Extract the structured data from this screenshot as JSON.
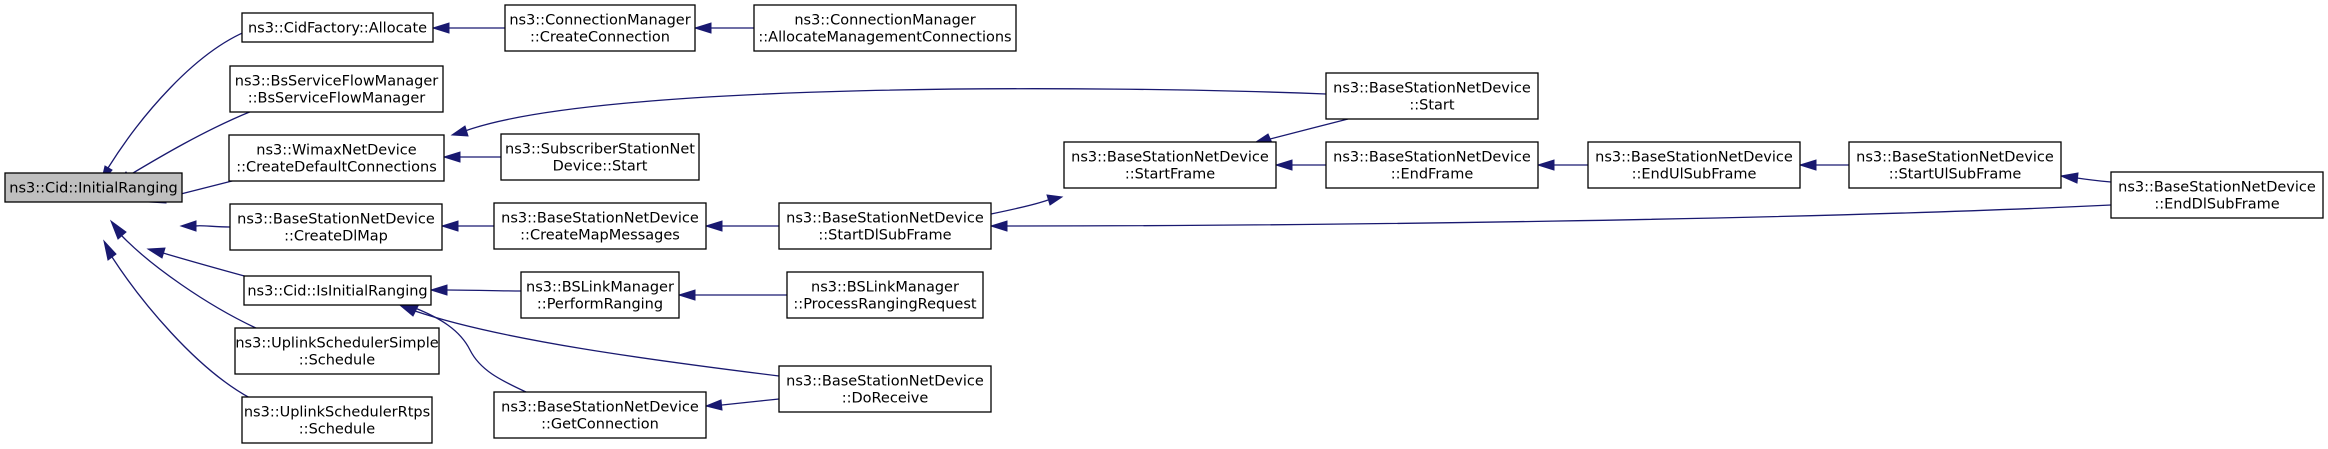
{
  "nodes": [
    {
      "id": "root",
      "lines": [
        "ns3::Cid::InitialRanging"
      ],
      "highlighted": true
    },
    {
      "id": "cidfactory_allocate",
      "lines": [
        "ns3::CidFactory::Allocate"
      ]
    },
    {
      "id": "cm_create",
      "lines": [
        "ns3::ConnectionManager",
        "::CreateConnection"
      ]
    },
    {
      "id": "cm_allocmgmt",
      "lines": [
        "ns3::ConnectionManager",
        "::AllocateManagementConnections"
      ]
    },
    {
      "id": "bsflow",
      "lines": [
        "ns3::BsServiceFlowManager",
        "::BsServiceFlowManager"
      ]
    },
    {
      "id": "wimax_createdefault",
      "lines": [
        "ns3::WimaxNetDevice",
        "::CreateDefaultConnections"
      ]
    },
    {
      "id": "ss_start",
      "lines": [
        "ns3::SubscriberStationNet",
        "Device::Start"
      ]
    },
    {
      "id": "bs_start",
      "lines": [
        "ns3::BaseStationNetDevice",
        "::Start"
      ]
    },
    {
      "id": "bs_startframe",
      "lines": [
        "ns3::BaseStationNetDevice",
        "::StartFrame"
      ]
    },
    {
      "id": "bs_endframe",
      "lines": [
        "ns3::BaseStationNetDevice",
        "::EndFrame"
      ]
    },
    {
      "id": "bs_endul",
      "lines": [
        "ns3::BaseStationNetDevice",
        "::EndUlSubFrame"
      ]
    },
    {
      "id": "bs_startul",
      "lines": [
        "ns3::BaseStationNetDevice",
        "::StartUlSubFrame"
      ]
    },
    {
      "id": "bs_enddl",
      "lines": [
        "ns3::BaseStationNetDevice",
        "::EndDlSubFrame"
      ]
    },
    {
      "id": "bs_createdlmap",
      "lines": [
        "ns3::BaseStationNetDevice",
        "::CreateDlMap"
      ]
    },
    {
      "id": "bs_createmapmsgs",
      "lines": [
        "ns3::BaseStationNetDevice",
        "::CreateMapMessages"
      ]
    },
    {
      "id": "bs_startdl",
      "lines": [
        "ns3::BaseStationNetDevice",
        "::StartDlSubFrame"
      ]
    },
    {
      "id": "cid_isinitial",
      "lines": [
        "ns3::Cid::IsInitialRanging"
      ]
    },
    {
      "id": "bslink_perform",
      "lines": [
        "ns3::BSLinkManager",
        "::PerformRanging"
      ]
    },
    {
      "id": "bslink_process",
      "lines": [
        "ns3::BSLinkManager",
        "::ProcessRangingRequest"
      ]
    },
    {
      "id": "ulsimple",
      "lines": [
        "ns3::UplinkSchedulerSimple",
        "::Schedule"
      ]
    },
    {
      "id": "bs_getconn",
      "lines": [
        "ns3::BaseStationNetDevice",
        "::GetConnection"
      ]
    },
    {
      "id": "bs_doreceive",
      "lines": [
        "ns3::BaseStationNetDevice",
        "::DoReceive"
      ]
    },
    {
      "id": "ulrtps",
      "lines": [
        "ns3::UplinkSchedulerRtps",
        "::Schedule"
      ]
    }
  ],
  "edges": [
    {
      "from": "cidfactory_allocate",
      "to": "root"
    },
    {
      "from": "bsflow",
      "to": "root"
    },
    {
      "from": "wimax_createdefault",
      "to": "root"
    },
    {
      "from": "bs_createdlmap",
      "to": "root"
    },
    {
      "from": "cid_isinitial",
      "to": "root"
    },
    {
      "from": "ulsimple",
      "to": "root"
    },
    {
      "from": "ulrtps",
      "to": "root"
    },
    {
      "from": "cm_create",
      "to": "cidfactory_allocate"
    },
    {
      "from": "cm_allocmgmt",
      "to": "cm_create"
    },
    {
      "from": "ss_start",
      "to": "wimax_createdefault"
    },
    {
      "from": "bs_start",
      "to": "wimax_createdefault"
    },
    {
      "from": "bs_createmapmsgs",
      "to": "bs_createdlmap"
    },
    {
      "from": "bs_startdl",
      "to": "bs_createmapmsgs"
    },
    {
      "from": "bs_enddl",
      "to": "bs_startdl"
    },
    {
      "from": "bs_startdl",
      "to": "bs_startframe"
    },
    {
      "from": "bs_start",
      "to": "bs_startframe"
    },
    {
      "from": "bs_endframe",
      "to": "bs_startframe"
    },
    {
      "from": "bs_endul",
      "to": "bs_endframe"
    },
    {
      "from": "bs_startul",
      "to": "bs_endul"
    },
    {
      "from": "bs_enddl",
      "to": "bs_startul"
    },
    {
      "from": "bslink_perform",
      "to": "cid_isinitial"
    },
    {
      "from": "bs_getconn",
      "to": "cid_isinitial"
    },
    {
      "from": "bs_doreceive",
      "to": "cid_isinitial"
    },
    {
      "from": "bslink_process",
      "to": "bslink_perform"
    },
    {
      "from": "bs_doreceive",
      "to": "bs_getconn"
    }
  ]
}
